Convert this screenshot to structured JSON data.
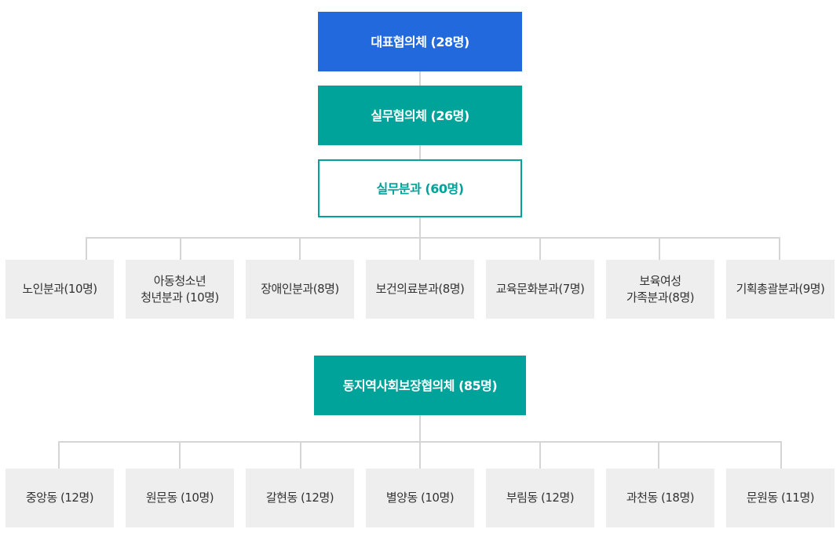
{
  "org": {
    "top": "대표협의체 (28명)",
    "working_council": "실무협의체 (26명)",
    "working_division": "실무분과 (60명)",
    "subdivisions": [
      "노인분과(10명)",
      "아동청소년\n청년분과 (10명)",
      "장애인분과(8명)",
      "보건의료분과(8명)",
      "교육문화분과(7명)",
      "보육여성\n가족분과(8명)",
      "기획총괄분과(9명)"
    ],
    "dong_council": "동지역사회보장협의체 (85명)",
    "dongs": [
      "중앙동 (12명)",
      "원문동 (10명)",
      "갈현동 (12명)",
      "별양동 (10명)",
      "부림동 (12명)",
      "과천동 (18명)",
      "문원동 (11명)"
    ]
  }
}
